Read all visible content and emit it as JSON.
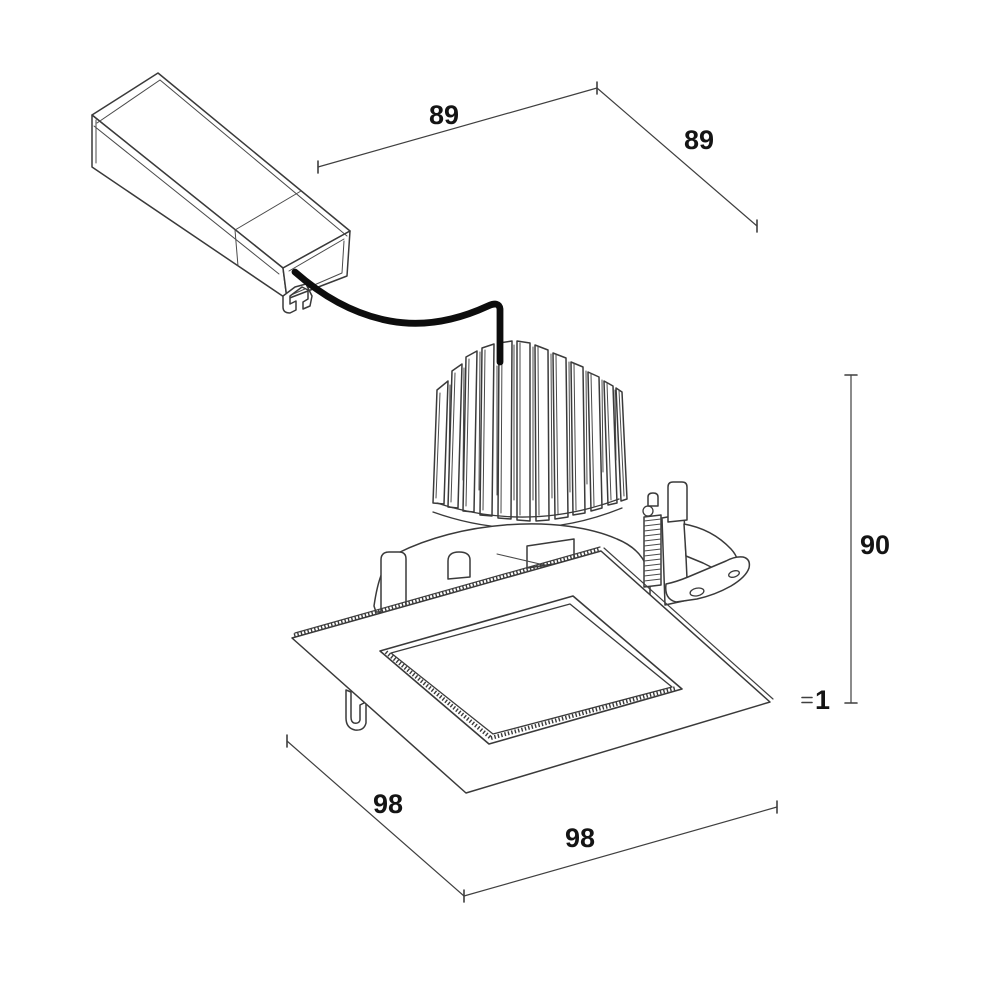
{
  "canvas": {
    "background_color": "#ffffff",
    "line_color": "#3a3a3a",
    "cable_color": "#0d0d0d",
    "label_color": "#141414"
  },
  "components": [
    "driver-box",
    "driver-clip",
    "power-cable",
    "heatsink",
    "lamp-housing",
    "spring-clip",
    "clip-foot",
    "trim-plate",
    "light-opening",
    "trim-foot-tab"
  ],
  "dimensions": {
    "top_width": "89",
    "top_depth": "89",
    "height": "90",
    "trim_thickness": "1",
    "bottom_width": "98",
    "bottom_depth": "98"
  }
}
